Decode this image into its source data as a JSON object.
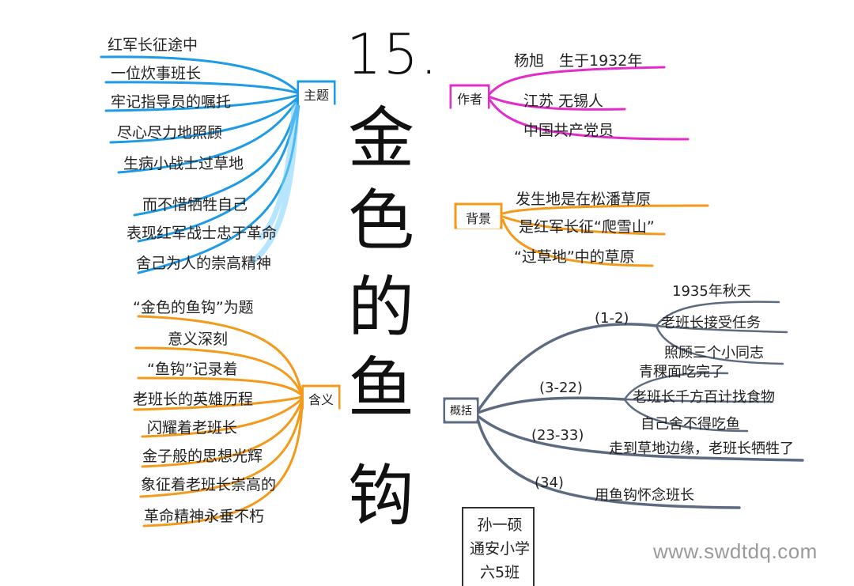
{
  "title": {
    "number": "15.",
    "chars": [
      "金",
      "色",
      "的",
      "鱼",
      "钩"
    ]
  },
  "theme_branch": {
    "hub": "主题",
    "color": "#1e9be6",
    "leaves": [
      "红军长征途中",
      "一位炊事班长",
      "牢记指导员的嘱托",
      "尽心尽力地照顾",
      "生病小战士过草地",
      "而不惜牺牲自己",
      "表现红军战士忠于革命",
      "舍己为人的崇高精神"
    ]
  },
  "meaning_branch": {
    "hub": "含义",
    "color": "#f39a1b",
    "leaves": [
      "“金色的鱼钩”为题",
      "意义深刻",
      "“鱼钩”记录着",
      "老班长的英雄历程",
      "闪耀着老班长",
      "金子般的思想光辉",
      "象征着老班长崇高的",
      "革命精神永垂不朽"
    ]
  },
  "author_branch": {
    "hub": "作者",
    "color": "#e22ec9",
    "leaves": [
      "杨旭　生于1932年",
      "江苏 无锡人",
      "中国共产党员"
    ]
  },
  "background_branch": {
    "hub": "背景",
    "color": "#f39a1b",
    "leaves": [
      "发生地是在松潘草原",
      "是红军长征“爬雪山”",
      "“过草地”中的草原"
    ]
  },
  "summary_branch": {
    "hub": "概括",
    "color": "#5c6b80",
    "groups": [
      {
        "label": "(1-2)",
        "items": [
          "1935年秋天",
          "老班长接受任务",
          "照顾三个小同志"
        ]
      },
      {
        "label": "(3-22)",
        "items": [
          "青稞面吃完了",
          "老班长千方百计找食物",
          "自己舍不得吃鱼"
        ]
      },
      {
        "label": "(23-33)",
        "items": [
          "走到草地边缘，老班长牺牲了"
        ]
      },
      {
        "label": "(34)",
        "items": [
          "用鱼钩怀念班长"
        ]
      }
    ]
  },
  "signature": [
    "孙一硕",
    "通安小学",
    "六5班"
  ],
  "watermark": "www.swdtdq.com"
}
